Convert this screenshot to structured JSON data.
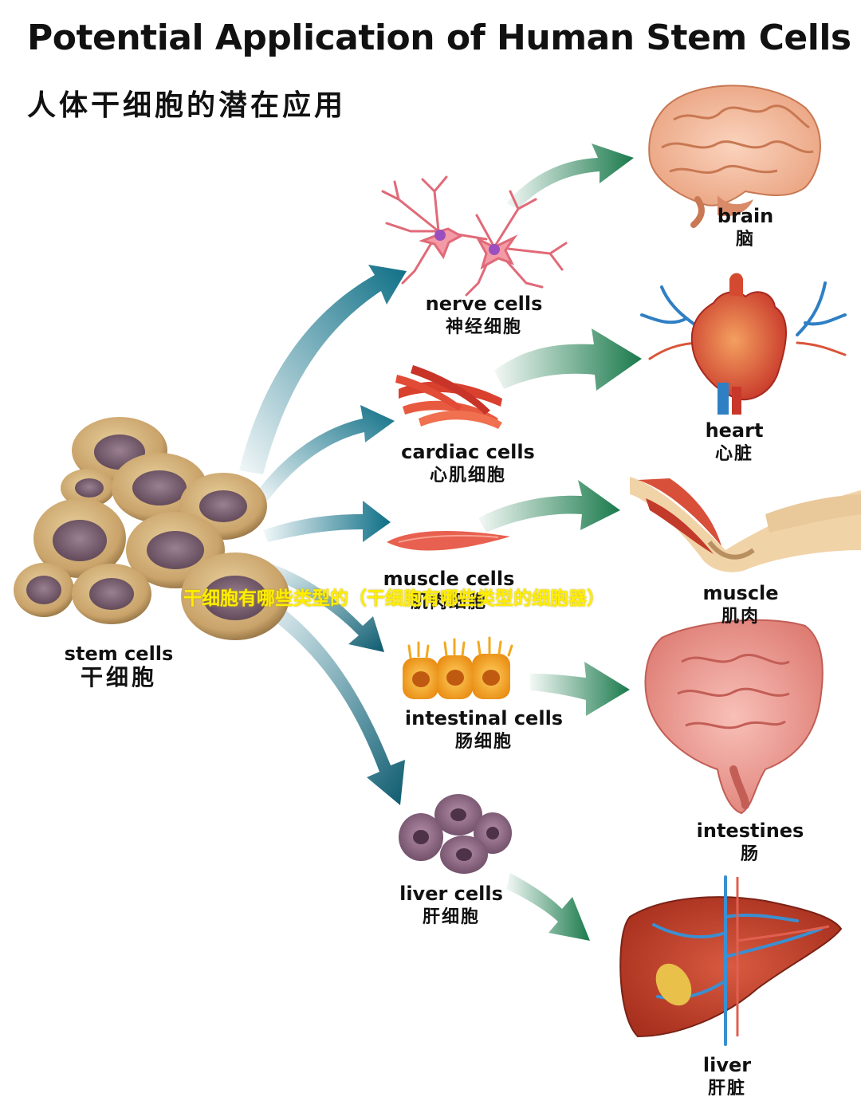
{
  "title": "Potential Application of Human Stem Cells",
  "subtitle": "人体干细胞的潜在应用",
  "overlay_caption": "干细胞有哪些类型的（干细胞有哪些类型的细胞器）",
  "source": {
    "en": "stem cells",
    "zh": "干细胞"
  },
  "cells": [
    {
      "en": "nerve cells",
      "zh": "神经细胞"
    },
    {
      "en": "cardiac cells",
      "zh": "心肌细胞"
    },
    {
      "en": "muscle cells",
      "zh": "肌肉细胞"
    },
    {
      "en": "intestinal cells",
      "zh": "肠细胞"
    },
    {
      "en": "liver cells",
      "zh": "肝细胞"
    }
  ],
  "organs": [
    {
      "en": "brain",
      "zh": "脑"
    },
    {
      "en": "heart",
      "zh": "心脏"
    },
    {
      "en": "muscle",
      "zh": "肌肉"
    },
    {
      "en": "intestines",
      "zh": "肠"
    },
    {
      "en": "liver",
      "zh": "肝脏"
    }
  ],
  "colors": {
    "arrow_teal": "#0e6f86",
    "arrow_green": "#1a7a4c",
    "stem_cell": "#c9a36a",
    "nucleus": "#7d6070"
  }
}
